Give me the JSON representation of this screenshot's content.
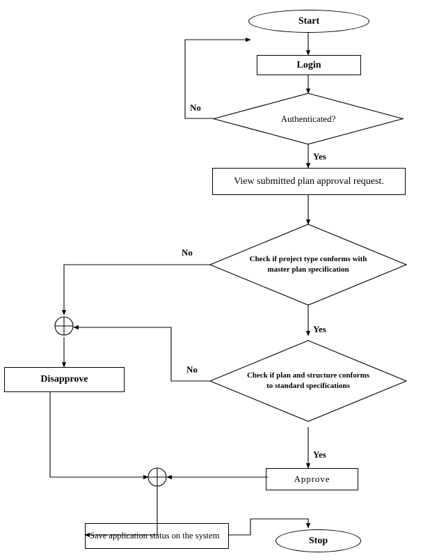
{
  "diagram": {
    "title": "Plan approval flowchart",
    "nodes": {
      "start": "Start",
      "login": "Login",
      "authenticated": "Authenticated?",
      "view_request": "View submitted plan approval request.",
      "check_project_type": "Check if project type conforms with master plan specification",
      "check_plan_structure": "Check if plan and structure conforms to standard specifications",
      "disapprove": "Disapprove",
      "approve": "Approve",
      "save_status": "Save application status on the system",
      "stop": "Stop"
    },
    "edge_labels": {
      "auth_no": "No",
      "auth_yes": "Yes",
      "project_no": "No",
      "project_yes": "Yes",
      "plan_no": "No",
      "plan_yes": "Yes"
    },
    "colors": {
      "stroke": "#000000",
      "background": "#ffffff"
    }
  }
}
